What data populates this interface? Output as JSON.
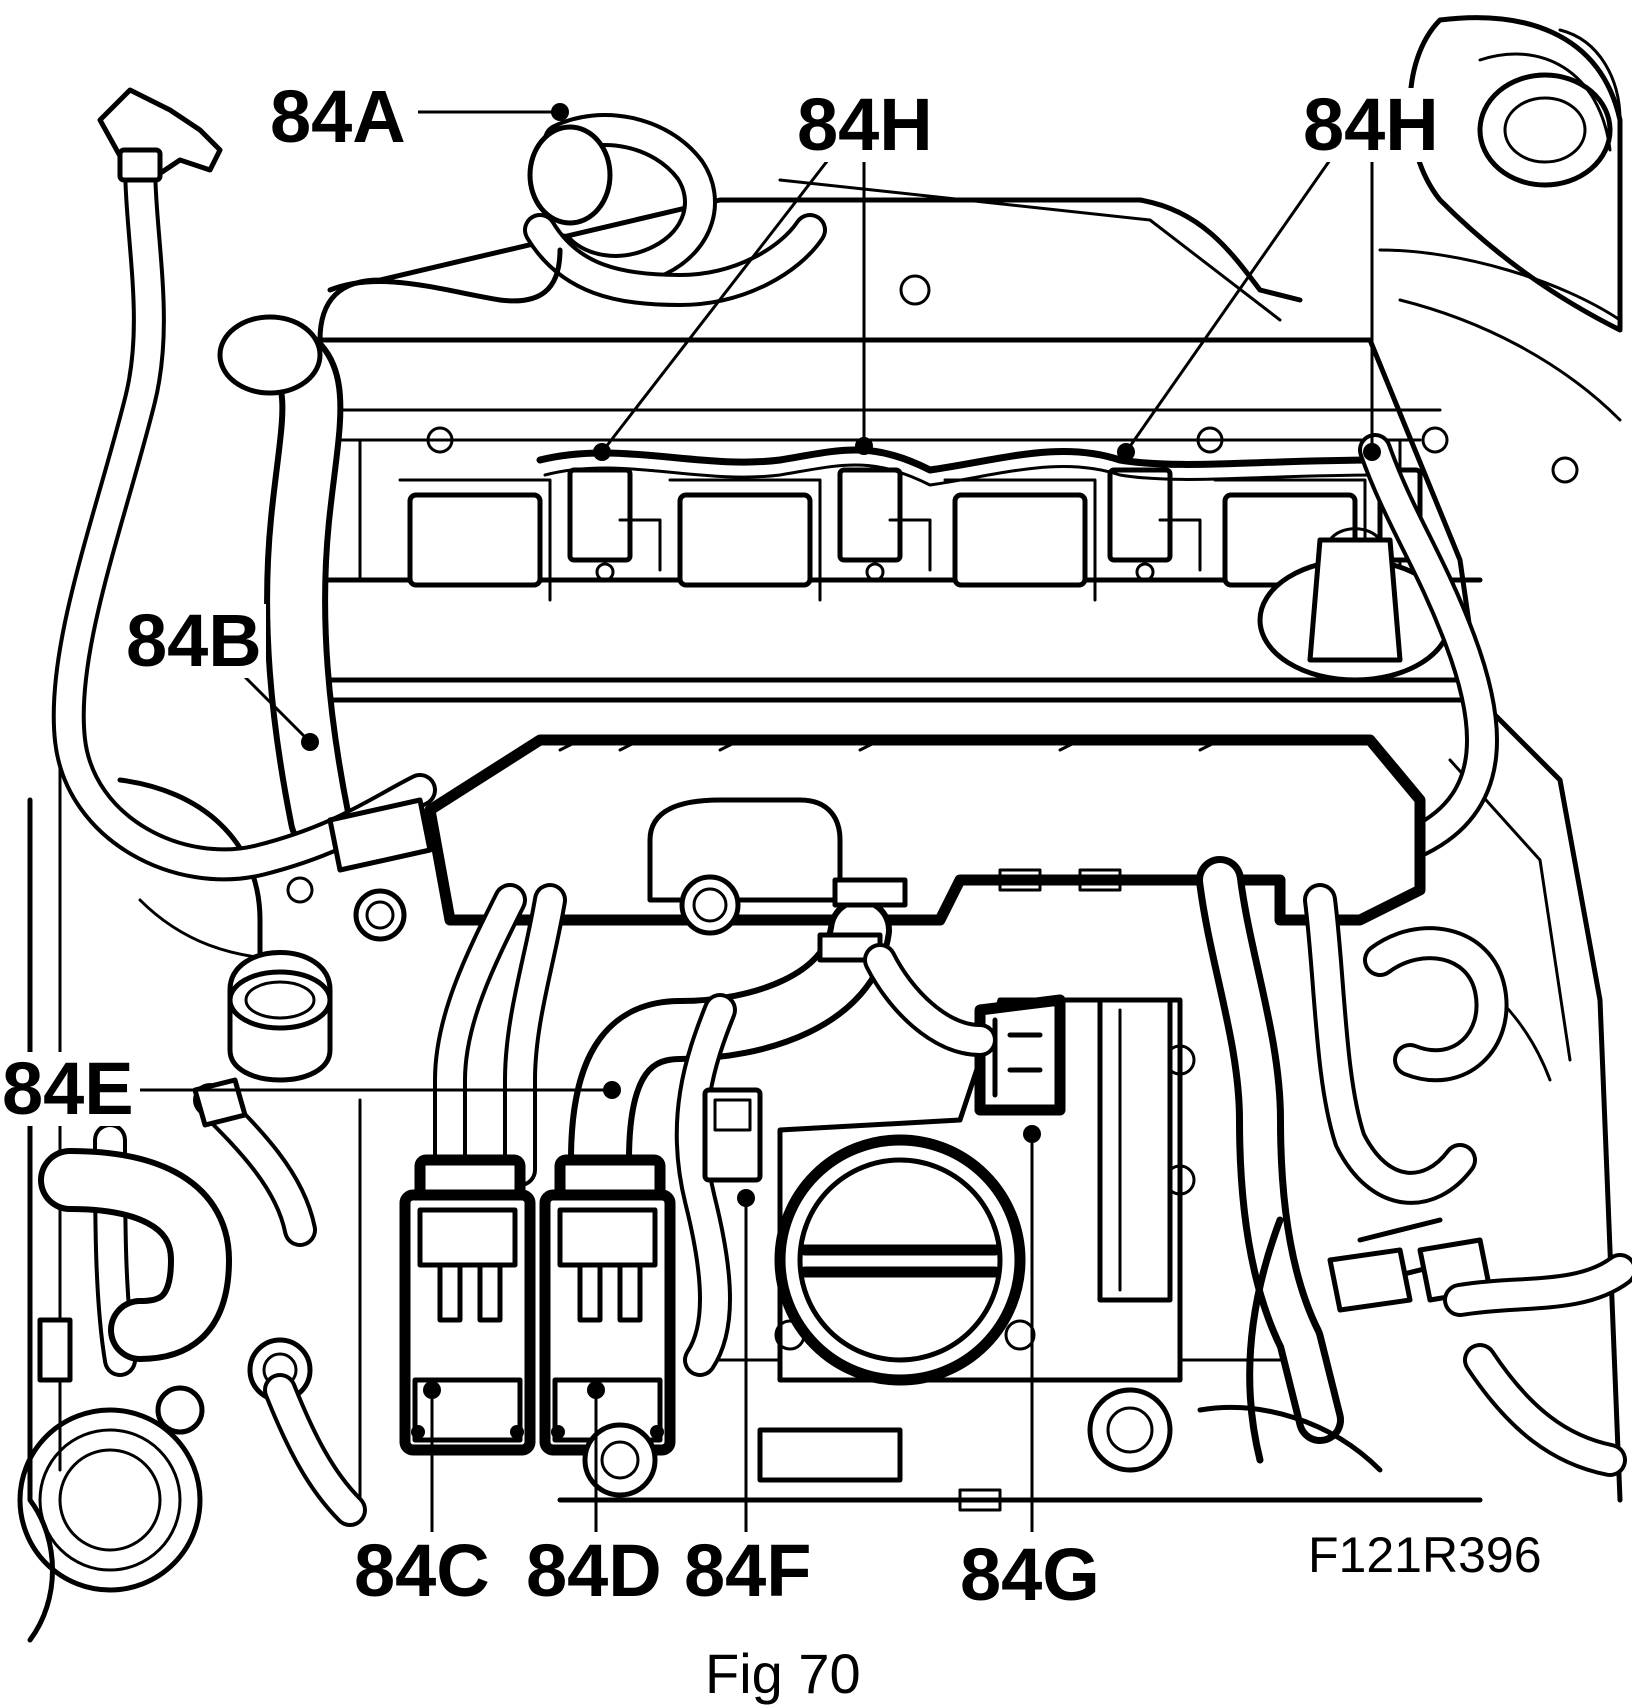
{
  "figure": {
    "callouts": {
      "a": "84A",
      "b": "84B",
      "c": "84C",
      "d": "84D",
      "e": "84E",
      "f": "84F",
      "g": "84G",
      "h1": "84H",
      "h2": "84H"
    },
    "figure_ref": "F121R396",
    "caption": "Fig 70"
  }
}
